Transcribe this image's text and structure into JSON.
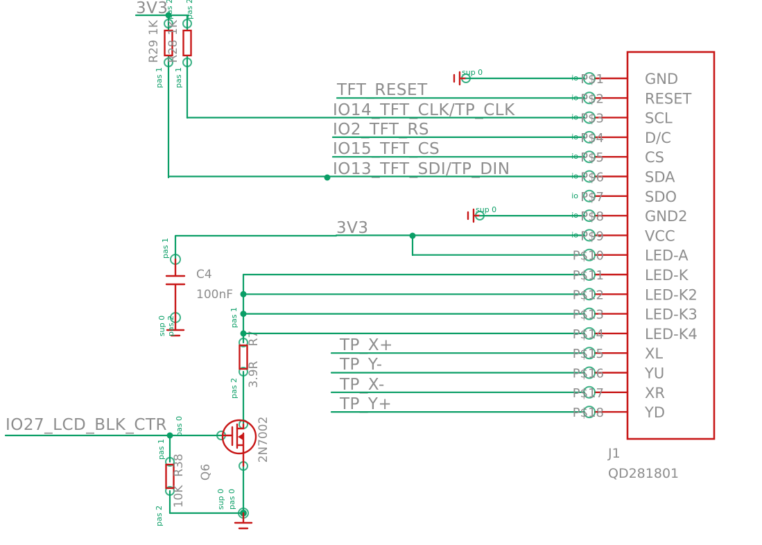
{
  "schematic": {
    "colors": {
      "wire": "#0a9e66",
      "symbol": "#c81717",
      "text": "#8d8d8d"
    },
    "nets": {
      "v33_top": "3V3",
      "tft_reset": "TFT_RESET",
      "io14_tft_clk": "IO14_TFT_CLK/TP_CLK",
      "io2_tft_rs": "IO2_TFT_RS",
      "io15_tft_cs": "IO15_TFT_CS",
      "io13_tft_sdi": "IO13_TFT_SDI/TP_DIN",
      "v33_mid": "3V3",
      "tp_xp": "TP_X+",
      "tp_ym": "TP_Y-",
      "tp_xm": "TP_X-",
      "tp_yp": "TP_Y+",
      "io27_lcd_blk": "IO27_LCD_BLK_CTR"
    },
    "components": {
      "r29": {
        "name": "R29",
        "value": "1K"
      },
      "r28": {
        "name": "R28",
        "value": "1K"
      },
      "c4": {
        "name": "C4",
        "value": "100nF"
      },
      "r7": {
        "name": "R7",
        "value": "3.9R"
      },
      "q6": {
        "name": "Q6",
        "value": "2N7002"
      },
      "r38": {
        "name": "R38",
        "value": "10K"
      }
    },
    "connector": {
      "designator": "J1",
      "part": "QD281801",
      "pins": [
        {
          "num": "P$1",
          "name": "GND"
        },
        {
          "num": "P$2",
          "name": "RESET"
        },
        {
          "num": "P$3",
          "name": "SCL"
        },
        {
          "num": "P$4",
          "name": "D/C"
        },
        {
          "num": "P$5",
          "name": "CS"
        },
        {
          "num": "P$6",
          "name": "SDA"
        },
        {
          "num": "P$7",
          "name": "SDO"
        },
        {
          "num": "P$8",
          "name": "GND2"
        },
        {
          "num": "P$9",
          "name": "VCC"
        },
        {
          "num": "P$10",
          "name": "LED-A"
        },
        {
          "num": "P$11",
          "name": "LED-K"
        },
        {
          "num": "P$12",
          "name": "LED-K2"
        },
        {
          "num": "P$13",
          "name": "LED-K3"
        },
        {
          "num": "P$14",
          "name": "LED-K4"
        },
        {
          "num": "P$15",
          "name": "XL"
        },
        {
          "num": "P$16",
          "name": "YU"
        },
        {
          "num": "P$17",
          "name": "XR"
        },
        {
          "num": "P$18",
          "name": "YD"
        }
      ]
    },
    "pin_annotations": {
      "io": "io",
      "pas0": "pas 0",
      "pas1": "pas 1",
      "pas2": "pas 2",
      "sup0": "sup 0"
    }
  }
}
